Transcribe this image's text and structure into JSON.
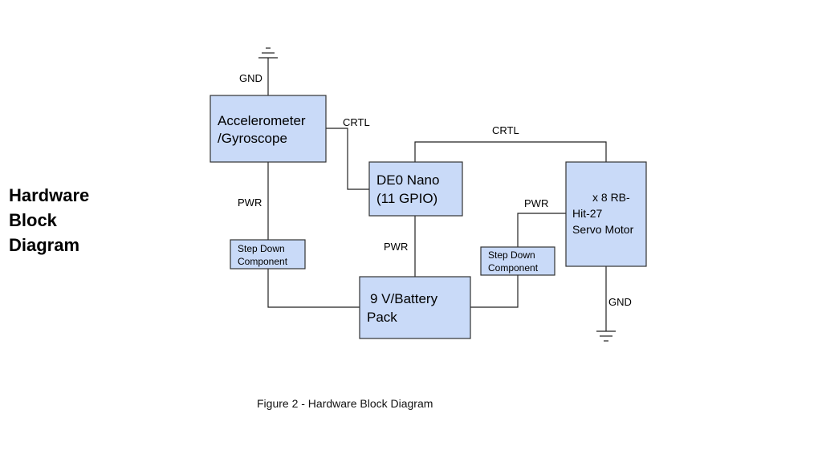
{
  "slide": {
    "title_lines": [
      "Hardware",
      "Block",
      "Diagram"
    ]
  },
  "diagram": {
    "colors": {
      "box_fill": "#c9daf8",
      "box_stroke": "#333333",
      "wire": "#222222"
    },
    "nodes": {
      "accelerometer": [
        "Accelerometer",
        "/Gyroscope"
      ],
      "de0_nano": [
        "DE0 Nano",
        "(11 GPIO)"
      ],
      "servo": [
        "x 8  RB-",
        "Hit-27",
        "Servo Motor"
      ],
      "step_down_left": [
        "Step Down",
        "Component"
      ],
      "step_down_right": [
        "Step Down",
        "Component"
      ],
      "battery": [
        "9 V/Battery",
        "Pack"
      ]
    },
    "edge_labels": {
      "gnd_top": "GND",
      "crtl_accel_nano": "CRTL",
      "crtl_nano_servo": "CRTL",
      "pwr_accel": "PWR",
      "pwr_nano": "PWR",
      "pwr_servo": "PWR",
      "gnd_bottom": "GND"
    },
    "icons": {
      "ground_top": "ground-symbol-icon",
      "ground_bottom": "ground-symbol-icon"
    },
    "caption": "Figure 2 - Hardware Block Diagram"
  }
}
